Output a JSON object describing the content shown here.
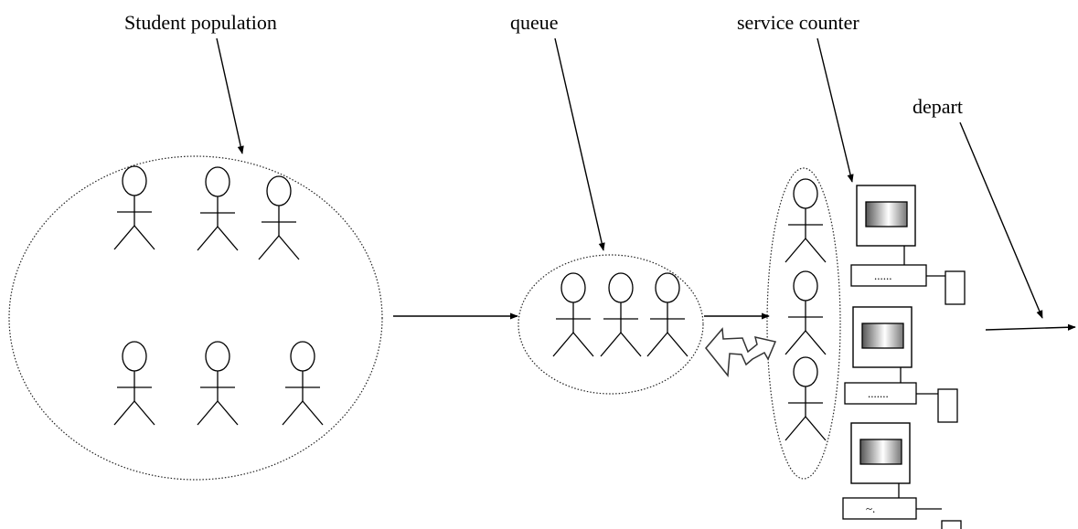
{
  "labels": {
    "population": "Student population",
    "queue": "queue",
    "service_counter": "service counter",
    "depart": "depart"
  },
  "terminal_labels": [
    "......",
    ".......",
    "~."
  ],
  "counts": {
    "population_students": 6,
    "queue_students": 3,
    "service_students": 3,
    "service_terminals": 3
  }
}
